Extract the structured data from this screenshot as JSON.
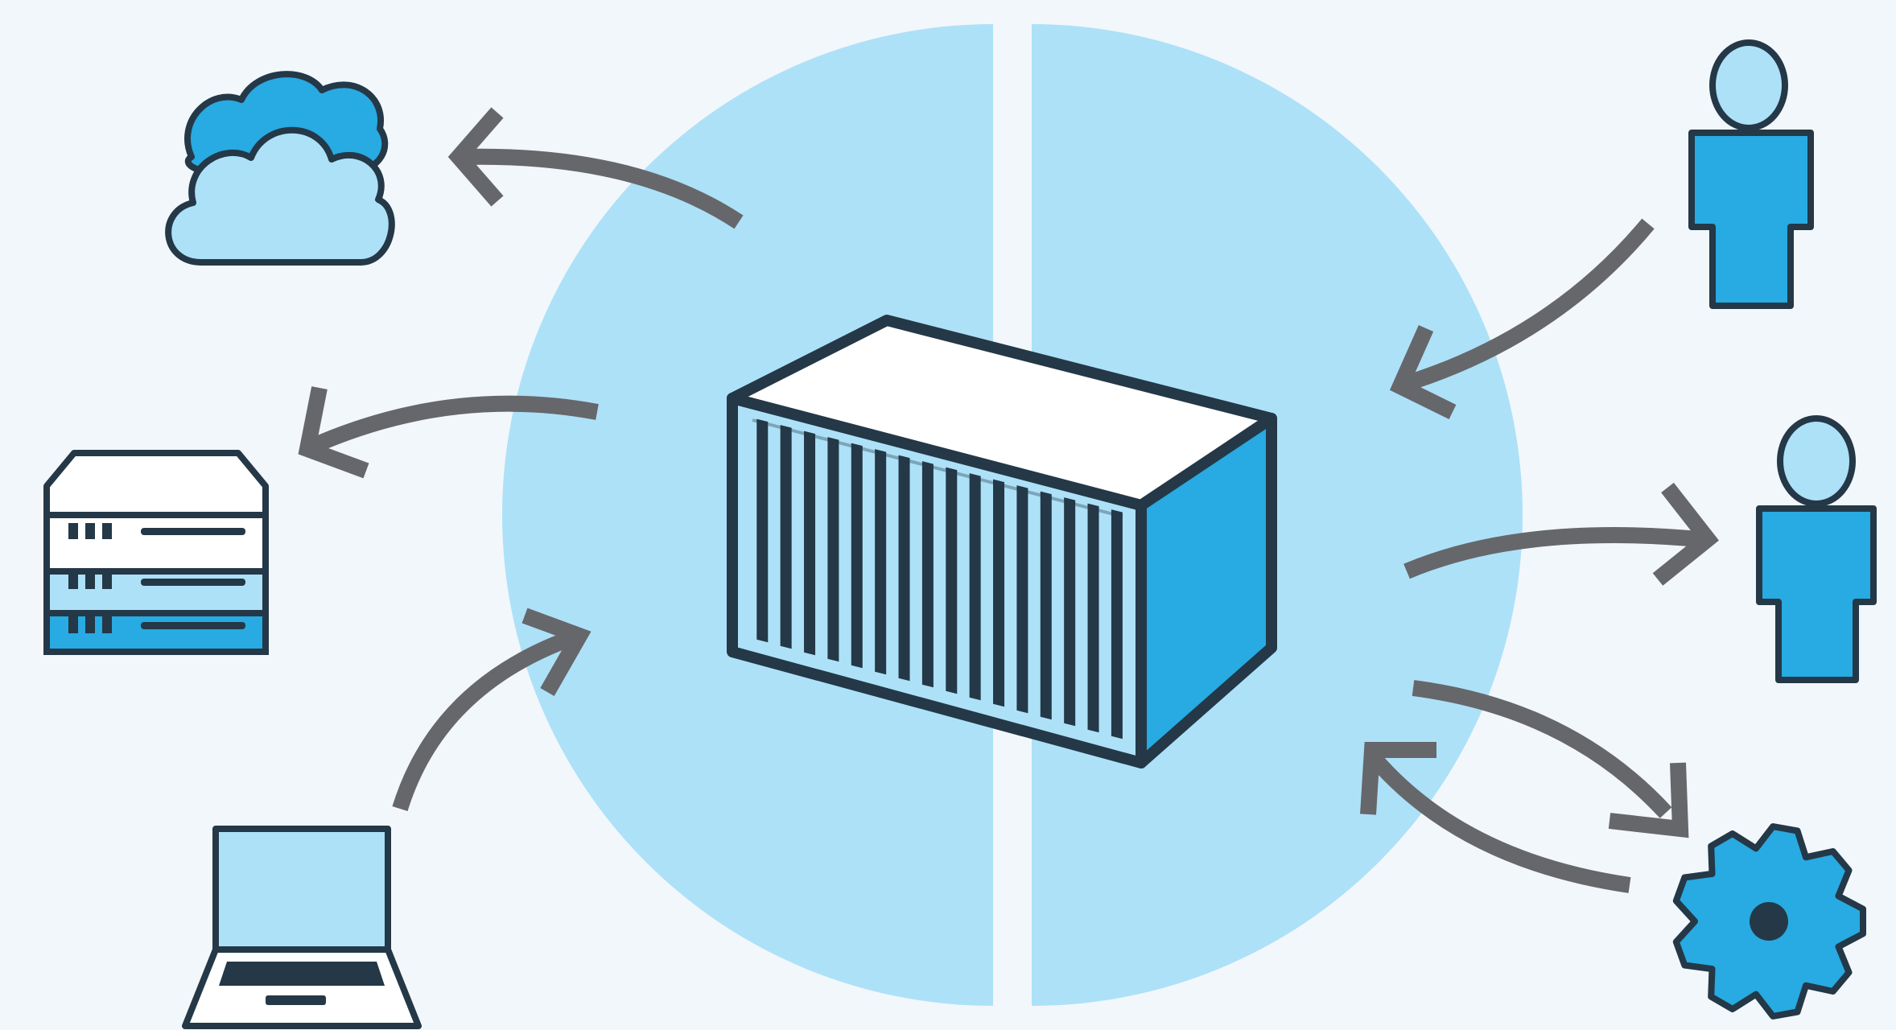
{
  "diagram": {
    "colors": {
      "background": "#f2f7fb",
      "circle_fill": "#ade1f8",
      "outline": "#243847",
      "accent_blue": "#28aae2",
      "light_blue": "#ade1f8",
      "white": "#ffffff",
      "arrow_gray": "#66676b"
    },
    "center": {
      "icon": "shipping-container-icon",
      "backdrop": "split-circle"
    },
    "left_nodes": [
      {
        "icon": "cloud-icon",
        "arrow": "outgoing"
      },
      {
        "icon": "server-rack-icon",
        "arrow": "outgoing"
      },
      {
        "icon": "laptop-icon",
        "arrow": "incoming"
      }
    ],
    "right_nodes": [
      {
        "icon": "person-icon",
        "arrow": "incoming"
      },
      {
        "icon": "person-icon",
        "arrow": "outgoing"
      },
      {
        "icon": "gear-icon",
        "arrow": "bidirectional"
      }
    ]
  }
}
